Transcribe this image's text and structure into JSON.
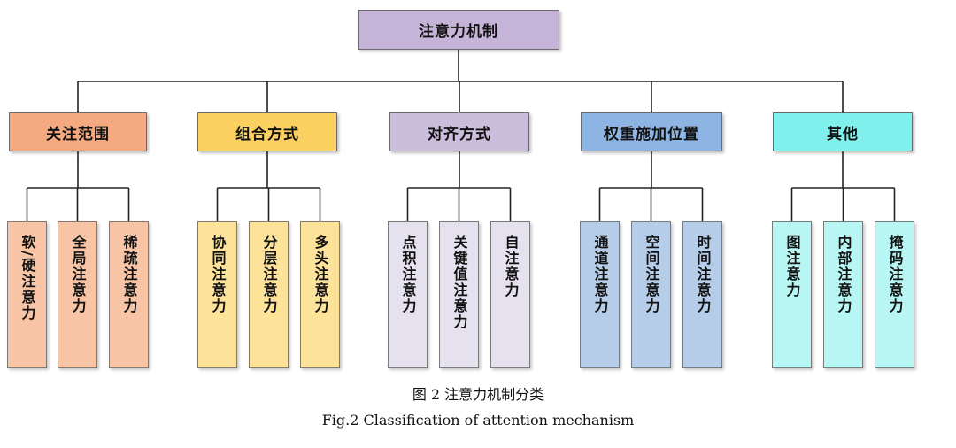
{
  "root": {
    "label": "注意力机制",
    "color": "#c5b3d8"
  },
  "categories": [
    {
      "label": "关注范围",
      "color": "#f4a980",
      "leaf_color": "#f7c4a6",
      "leaves": [
        "软/硬注意力",
        "全局注意力",
        "稀疏注意力"
      ]
    },
    {
      "label": "组合方式",
      "color": "#fad160",
      "leaf_color": "#fde29a",
      "leaves": [
        "协同注意力",
        "分层注意力",
        "多头注意力"
      ]
    },
    {
      "label": "对齐方式",
      "color": "#cbbedc",
      "leaf_color": "#e6e1ee",
      "leaves": [
        "点积注意力",
        "关键值注意力",
        "自注意力"
      ]
    },
    {
      "label": "权重施加位置",
      "color": "#8db4e2",
      "leaf_color": "#b5cde9",
      "leaves": [
        "通道注意力",
        "空间注意力",
        "时间注意力"
      ]
    },
    {
      "label": "其他",
      "color": "#80f0ec",
      "leaf_color": "#b8f6f3",
      "leaves": [
        "图注意力",
        "内部注意力",
        "掩码注意力"
      ]
    }
  ],
  "caption": {
    "cn": "图 2   注意力机制分类",
    "en": "Fig.2    Classification of attention mechanism"
  }
}
